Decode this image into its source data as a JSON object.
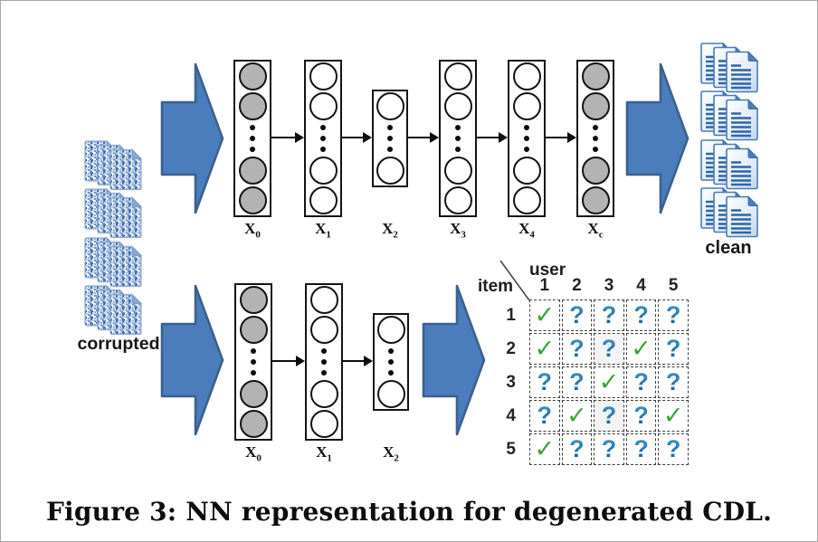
{
  "caption": "Figure 3: NN representation for degenerated CDL.",
  "corrupted": {
    "label": "corrupted",
    "stacks": 4,
    "docs_per_stack": 3
  },
  "clean": {
    "label": "clean",
    "stacks": 4,
    "docs_per_stack": 3
  },
  "top_network": {
    "layers": [
      {
        "name": "X",
        "sub": "0",
        "shade": "gray",
        "size": "tall"
      },
      {
        "name": "X",
        "sub": "1",
        "shade": "white",
        "size": "tall"
      },
      {
        "name": "X",
        "sub": "2",
        "shade": "white",
        "size": "short"
      },
      {
        "name": "X",
        "sub": "3",
        "shade": "white",
        "size": "tall"
      },
      {
        "name": "X",
        "sub": "4",
        "shade": "white",
        "size": "tall"
      },
      {
        "name": "X",
        "sub": "c",
        "shade": "gray",
        "size": "tall"
      }
    ]
  },
  "bottom_network": {
    "layers": [
      {
        "name": "X",
        "sub": "0",
        "shade": "gray",
        "size": "tall"
      },
      {
        "name": "X",
        "sub": "1",
        "shade": "white",
        "size": "tall"
      },
      {
        "name": "X",
        "sub": "2",
        "shade": "white",
        "size": "short"
      }
    ]
  },
  "matrix": {
    "corner_labels": {
      "col_axis": "user",
      "row_axis": "item"
    },
    "col_headers": [
      "1",
      "2",
      "3",
      "4",
      "5"
    ],
    "row_headers": [
      "1",
      "2",
      "3",
      "4",
      "5"
    ],
    "cells": [
      [
        "check",
        "unknown",
        "unknown",
        "unknown",
        "unknown"
      ],
      [
        "check",
        "unknown",
        "unknown",
        "check",
        "unknown"
      ],
      [
        "unknown",
        "unknown",
        "check",
        "unknown",
        "unknown"
      ],
      [
        "unknown",
        "check",
        "unknown",
        "unknown",
        "check"
      ],
      [
        "check",
        "unknown",
        "unknown",
        "unknown",
        "unknown"
      ]
    ],
    "symbols": {
      "check": "✓",
      "unknown": "?"
    },
    "highlighted_cells": [
      [
        1,
        2
      ],
      [
        3,
        2
      ]
    ]
  },
  "colors": {
    "arrow_fill": "#4b7cbb",
    "arrow_stroke": "#3a6190",
    "node_gray": "#b3b3b3",
    "check_green": "#3da23a",
    "question_blue": "#2677ab"
  }
}
